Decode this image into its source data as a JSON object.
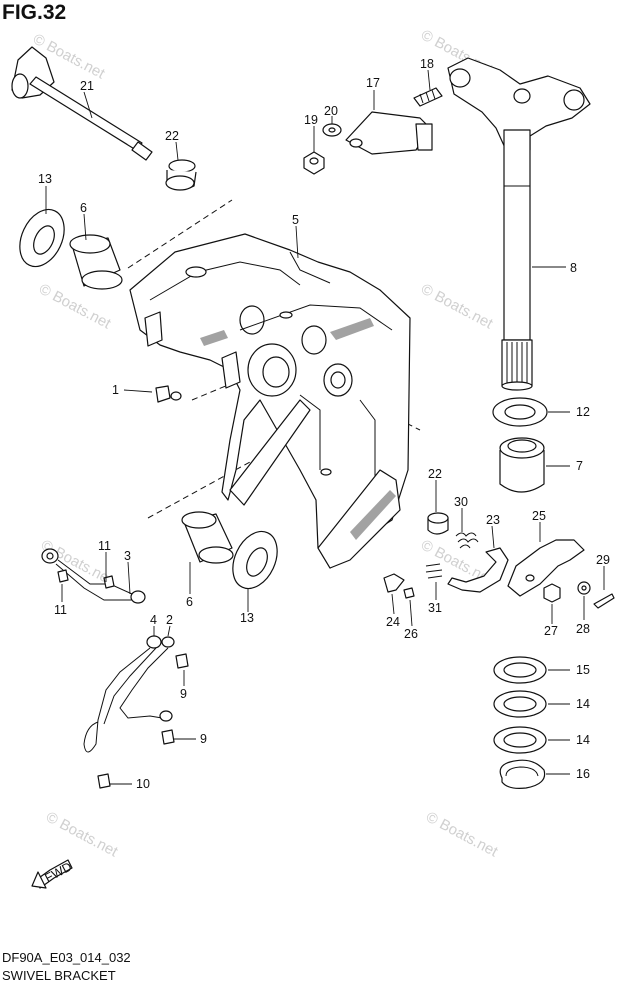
{
  "figure": {
    "title": "FIG.32",
    "code": "DF90A_E03_014_032",
    "name": "SWIVEL BRACKET"
  },
  "watermark": "© Boats.net",
  "fwd_label": "FWD",
  "callouts": {
    "c1": "1",
    "c2": "2",
    "c3": "3",
    "c4": "4",
    "c5": "5",
    "c6a": "6",
    "c6b": "6",
    "c7": "7",
    "c8": "8",
    "c9a": "9",
    "c9b": "9",
    "c10": "10",
    "c11a": "11",
    "c11b": "11",
    "c12": "12",
    "c13a": "13",
    "c13b": "13",
    "c14a": "14",
    "c14b": "14",
    "c15": "15",
    "c16": "16",
    "c17": "17",
    "c18": "18",
    "c19": "19",
    "c20": "20",
    "c21": "21",
    "c22a": "22",
    "c22b": "22",
    "c23": "23",
    "c24": "24",
    "c25": "25",
    "c26": "26",
    "c27": "27",
    "c28": "28",
    "c29": "29",
    "c30": "30",
    "c31": "31"
  }
}
